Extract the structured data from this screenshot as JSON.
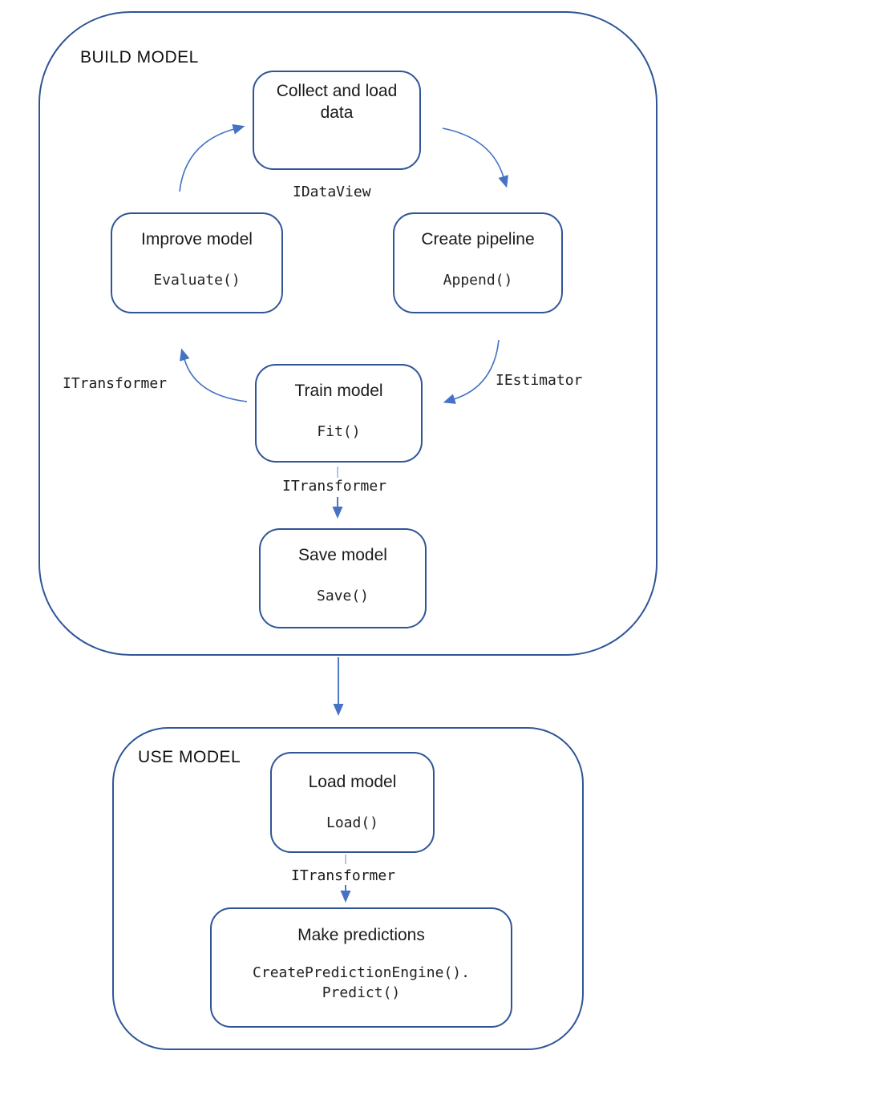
{
  "colors": {
    "container_border": "#2F5597",
    "arrow": "#4472C4",
    "text": "#1b1b1b"
  },
  "build": {
    "label": "BUILD MODEL",
    "nodes": {
      "collect": {
        "title": "Collect and load data"
      },
      "improve": {
        "title": "Improve model",
        "code": "Evaluate()"
      },
      "create": {
        "title": "Create pipeline",
        "code": "Append()"
      },
      "train": {
        "title": "Train model",
        "code": "Fit()"
      },
      "save": {
        "title": "Save model",
        "code": "Save()"
      }
    },
    "edge_labels": {
      "idataview": "IDataView",
      "iestimator": "IEstimator",
      "itransformer_feedback": "ITransformer",
      "itransformer_to_save": "ITransformer"
    }
  },
  "use": {
    "label": "USE MODEL",
    "nodes": {
      "load": {
        "title": "Load model",
        "code": "Load()"
      },
      "predict": {
        "title": "Make predictions",
        "code_line1": "CreatePredictionEngine().",
        "code_line2": "Predict()"
      }
    },
    "edge_labels": {
      "itransformer_to_predict": "ITransformer"
    }
  }
}
